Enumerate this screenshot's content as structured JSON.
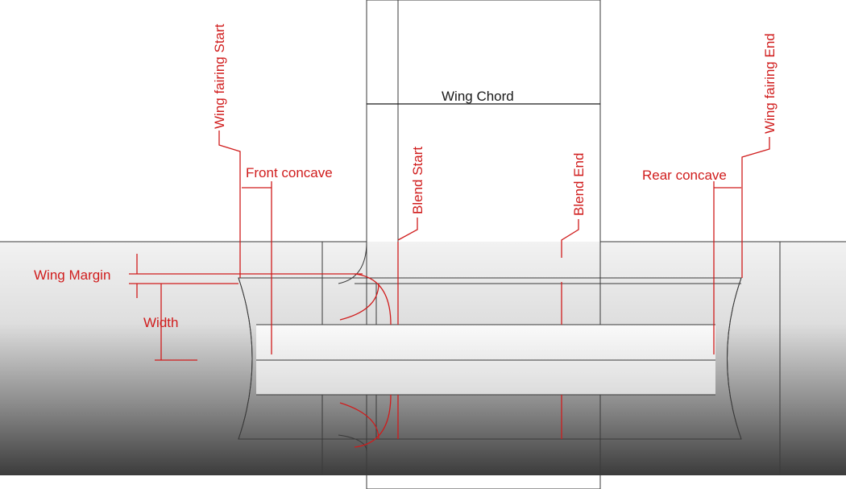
{
  "labels": {
    "wing_fairing_start": "Wing fairing Start",
    "front_concave": "Front concave",
    "wing_chord": "Wing Chord",
    "blend_start": "Blend Start",
    "blend_end": "Blend End",
    "rear_concave": "Rear concave",
    "wing_fairing_end": "Wing fairing End",
    "wing_margin": "Wing Margin",
    "width": "Width"
  },
  "colors": {
    "annotation": "#d01c1c",
    "outline": "#3a3a3a"
  }
}
